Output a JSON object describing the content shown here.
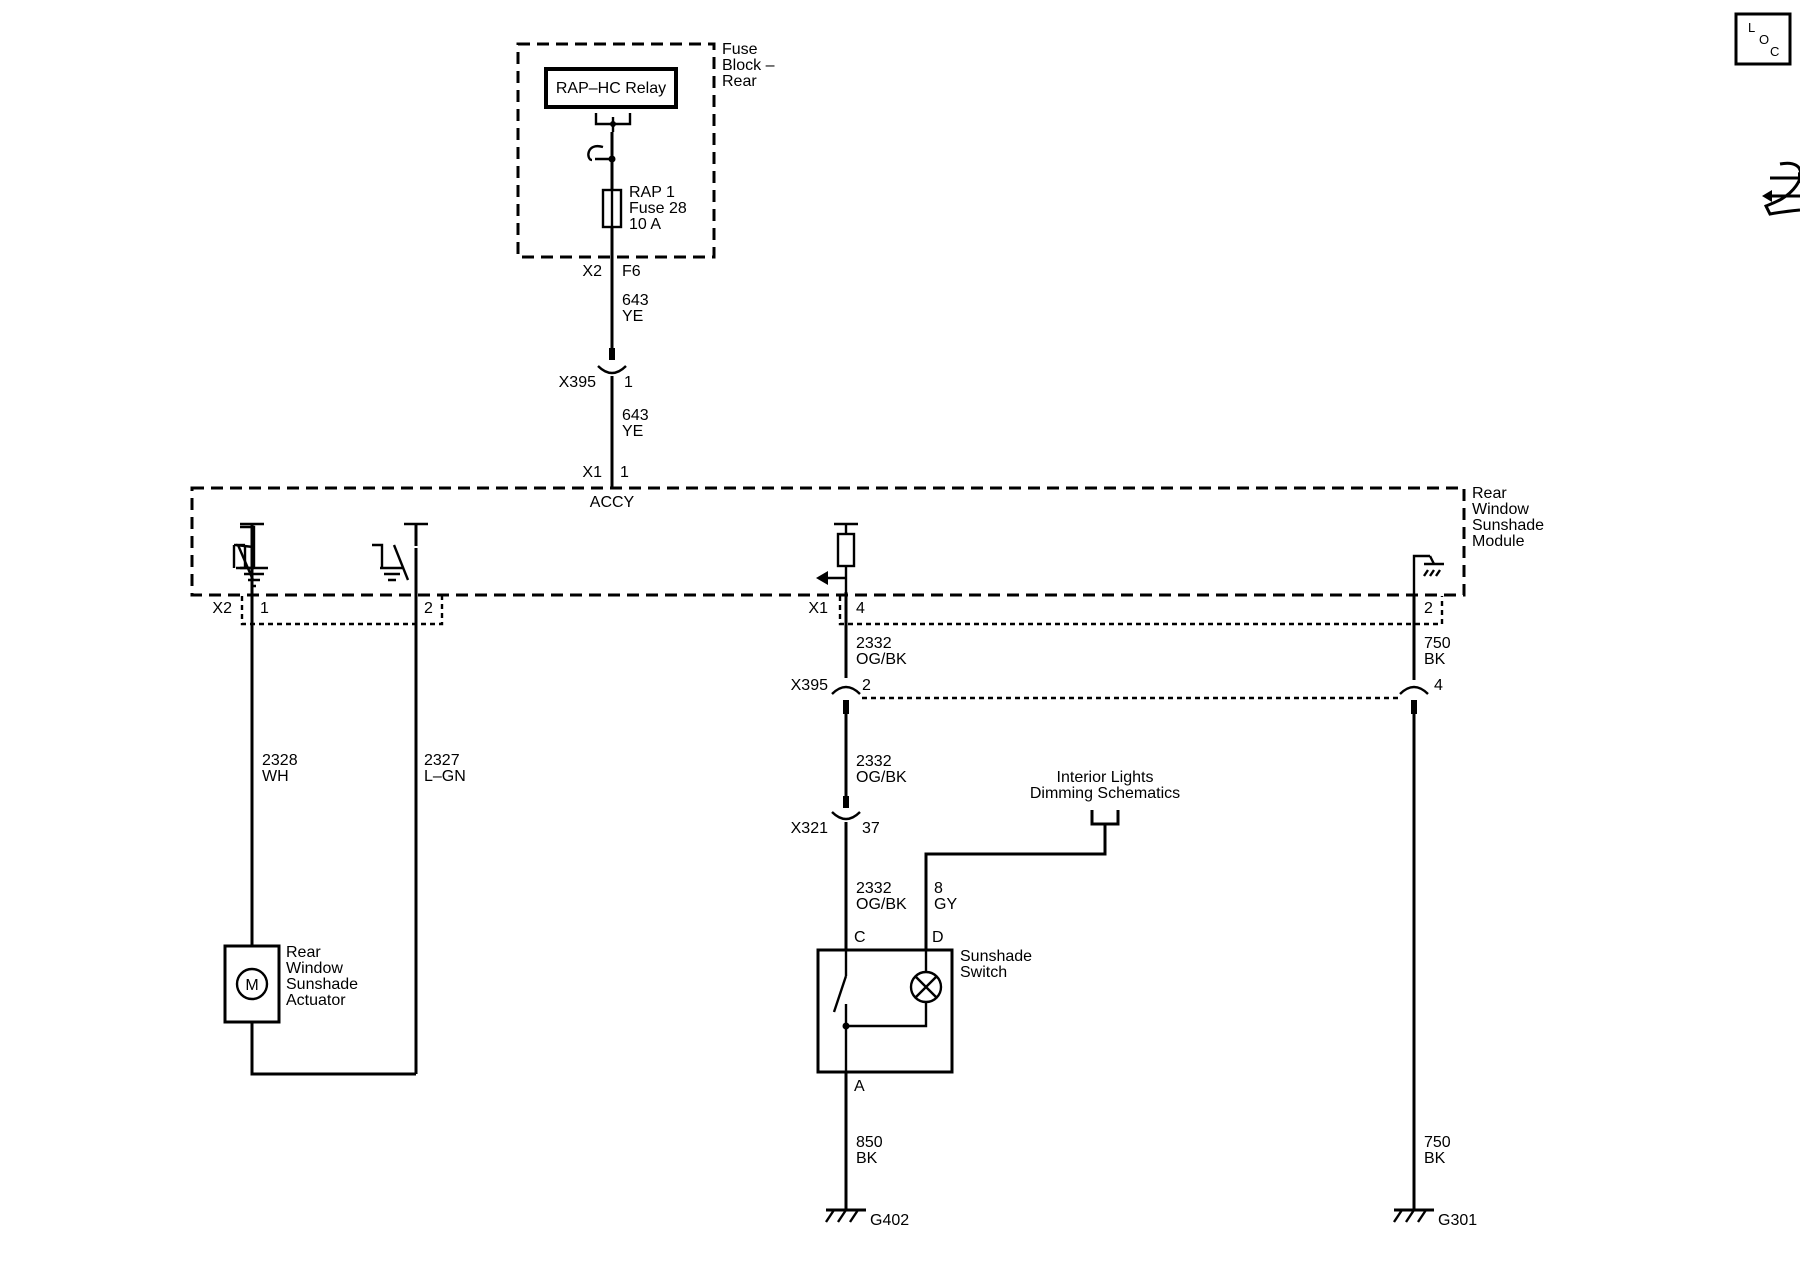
{
  "fuse_block": {
    "title": [
      "Fuse",
      "Block –",
      "Rear"
    ],
    "relay": "RAP–HC Relay",
    "fuse": [
      "RAP 1",
      "Fuse 28",
      "10 A"
    ],
    "connector": "X2",
    "pin": "F6"
  },
  "wire_643_top": [
    "643",
    "YE"
  ],
  "inline_x395_top": {
    "connector": "X395",
    "pin": "1"
  },
  "wire_643_bottom": [
    "643",
    "YE"
  ],
  "module": {
    "title": [
      "Rear",
      "Window",
      "Sunshade",
      "Module"
    ],
    "input_connector": "X1",
    "input_pin": "1",
    "input_label": "ACCY",
    "left_connector": "X2",
    "left_pins": [
      "1",
      "2"
    ],
    "right_connector": "X1",
    "right_pins": [
      "4",
      "2"
    ]
  },
  "wire_2328": [
    "2328",
    "WH"
  ],
  "wire_2327": [
    "2327",
    "L–GN"
  ],
  "actuator": {
    "symbol": "M",
    "label": [
      "Rear",
      "Window",
      "Sunshade",
      "Actuator"
    ]
  },
  "wire_2332_a": [
    "2332",
    "OG/BK"
  ],
  "inline_x395_mid": {
    "connector": "X395",
    "pin_left": "2",
    "pin_right": "4"
  },
  "wire_750_a": [
    "750",
    "BK"
  ],
  "wire_2332_b": [
    "2332",
    "OG/BK"
  ],
  "inline_x321": {
    "connector": "X321",
    "pin": "37"
  },
  "interior_lights": [
    "Interior Lights",
    "Dimming Schematics"
  ],
  "wire_2332_c": [
    "2332",
    "OG/BK"
  ],
  "wire_8": [
    "8",
    "GY"
  ],
  "switch": {
    "label": [
      "Sunshade",
      "Switch"
    ],
    "pin_c": "C",
    "pin_d": "D",
    "pin_a": "A"
  },
  "wire_850": [
    "850",
    "BK"
  ],
  "wire_750_b": [
    "750",
    "BK"
  ],
  "grounds": [
    "G402",
    "G301"
  ],
  "loc_icon": [
    "L",
    "O",
    "C"
  ]
}
